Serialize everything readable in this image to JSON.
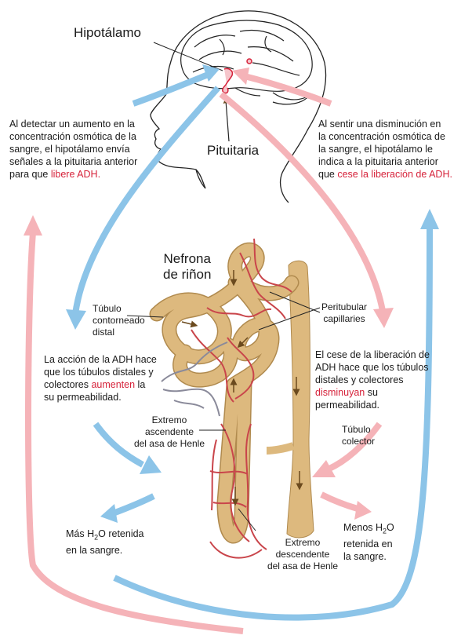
{
  "labels": {
    "hipotalamo": "Hipotálamo",
    "pituitaria": "Pituitaria",
    "nefrona_l1": "Nefrona",
    "nefrona_l2": "de riñon",
    "tubulo_distal_l1": "Túbulo",
    "tubulo_distal_l2": "contorneado",
    "tubulo_distal_l3": "distal",
    "peritubular_l1": "Peritubular",
    "peritubular_l2": "capillaries",
    "tubulo_colector_l1": "Túbulo",
    "tubulo_colector_l2": "colector",
    "asc_l1": "Extremo",
    "asc_l2": "ascendente",
    "asc_l3": "del asa de Henle",
    "desc_l1": "Extremo",
    "desc_l2": "descendente",
    "desc_l3": "del asa de Henle"
  },
  "paragraphs": {
    "left_top": {
      "l1": "Al detectar un aumento en la",
      "l2": "concentración osmótica de la",
      "l3": "sangre, el hipotálamo envía",
      "l4": "señales a la pituitaria anterior",
      "l5_pre": "para que ",
      "l5_red": "libere  ADH."
    },
    "right_top": {
      "l1": "Al sentir una disminución en",
      "l2": "la concentración osmótica de",
      "l3": "la sangre, el hipotálamo le",
      "l4": "indica a la pituitaria anterior",
      "l5_pre": "que ",
      "l5_red": "cese la liberación de ADH."
    },
    "left_mid": {
      "l1": "La acción de la ADH hace",
      "l2": "que los túbulos distales y",
      "l3_pre": "colectores ",
      "l3_red": "aumenten",
      "l3_post": " la",
      "l4": "su permeabilidad."
    },
    "right_mid": {
      "l1": "El cese de la liberación de",
      "l2": "ADH hace que los túbulos",
      "l3": "distales y colectores",
      "l4_red": "disminuyan",
      "l4_post": " su",
      "l5": "permeabilidad."
    },
    "left_bottom": {
      "l1_pre": "Más H",
      "l1_sub": "2",
      "l1_post": "O retenida",
      "l2": "en la sangre."
    },
    "right_bottom": {
      "l1_pre": "Menos H",
      "l1_sub": "2",
      "l1_post": "O",
      "l2": "retenida  en",
      "l3": "la sangre."
    }
  },
  "colors": {
    "blue_arrow": "#8cc4e8",
    "pink_arrow": "#f5b3b8",
    "red_text": "#d6223a",
    "tubule_fill": "#ddb97e",
    "tubule_stroke": "#b08a4e",
    "capillary_red": "#c9454b",
    "capillary_gray": "#8a8a9a",
    "arrow_brown": "#6b4a1e"
  }
}
